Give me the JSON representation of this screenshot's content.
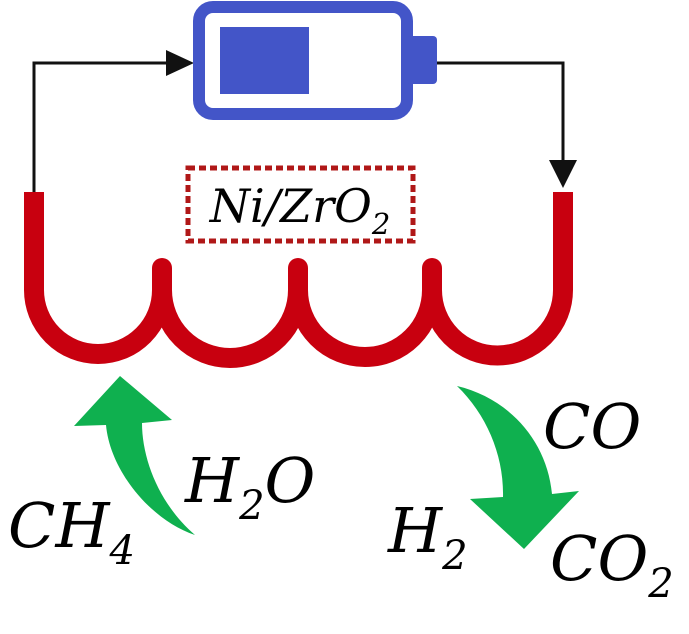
{
  "colors": {
    "battery": "#4355c8",
    "coil": "#c8000f",
    "arrow": "#0fb04f",
    "wire": "#111111",
    "catalyst_border": "#b01818"
  },
  "battery": {
    "icon": "battery-icon",
    "charge_level": 0.5
  },
  "catalyst": {
    "base": "Ni/ZrO",
    "subscript": "2"
  },
  "reactants": {
    "methane": {
      "base": "CH",
      "subscript": "4"
    },
    "water": {
      "base": "H",
      "subscript": "2",
      "tail": "O"
    }
  },
  "products": {
    "carbon_monoxide": {
      "base": "CO"
    },
    "hydrogen": {
      "base": "H",
      "subscript": "2"
    },
    "carbon_dioxide": {
      "base": "CO",
      "subscript": "2"
    }
  }
}
